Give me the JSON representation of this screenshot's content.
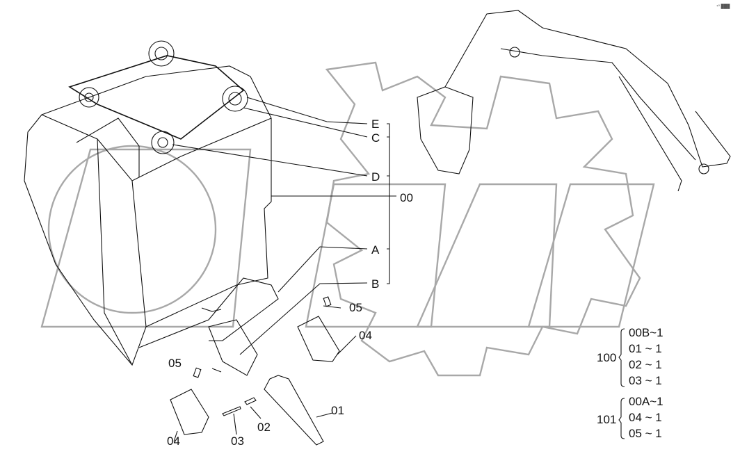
{
  "watermark": {
    "text": "OPEX",
    "color": "#a8a8a8"
  },
  "corner_mark": "⁴⁰ ███",
  "callouts": {
    "E": "E",
    "C": "C",
    "D": "D",
    "group": "00",
    "A": "A",
    "B": "B"
  },
  "parts": {
    "p01": "01",
    "p02": "02",
    "p03": "03",
    "p04_left": "04",
    "p04_right": "04",
    "p05_left": "05",
    "p05_right": "05"
  },
  "assemblies": [
    {
      "id": "100",
      "items": [
        "00B~1",
        "01 ~ 1",
        "02 ~ 1",
        "03 ~ 1"
      ]
    },
    {
      "id": "101",
      "items": [
        "00A~1",
        "04 ~ 1",
        "05 ~ 1"
      ]
    }
  ]
}
